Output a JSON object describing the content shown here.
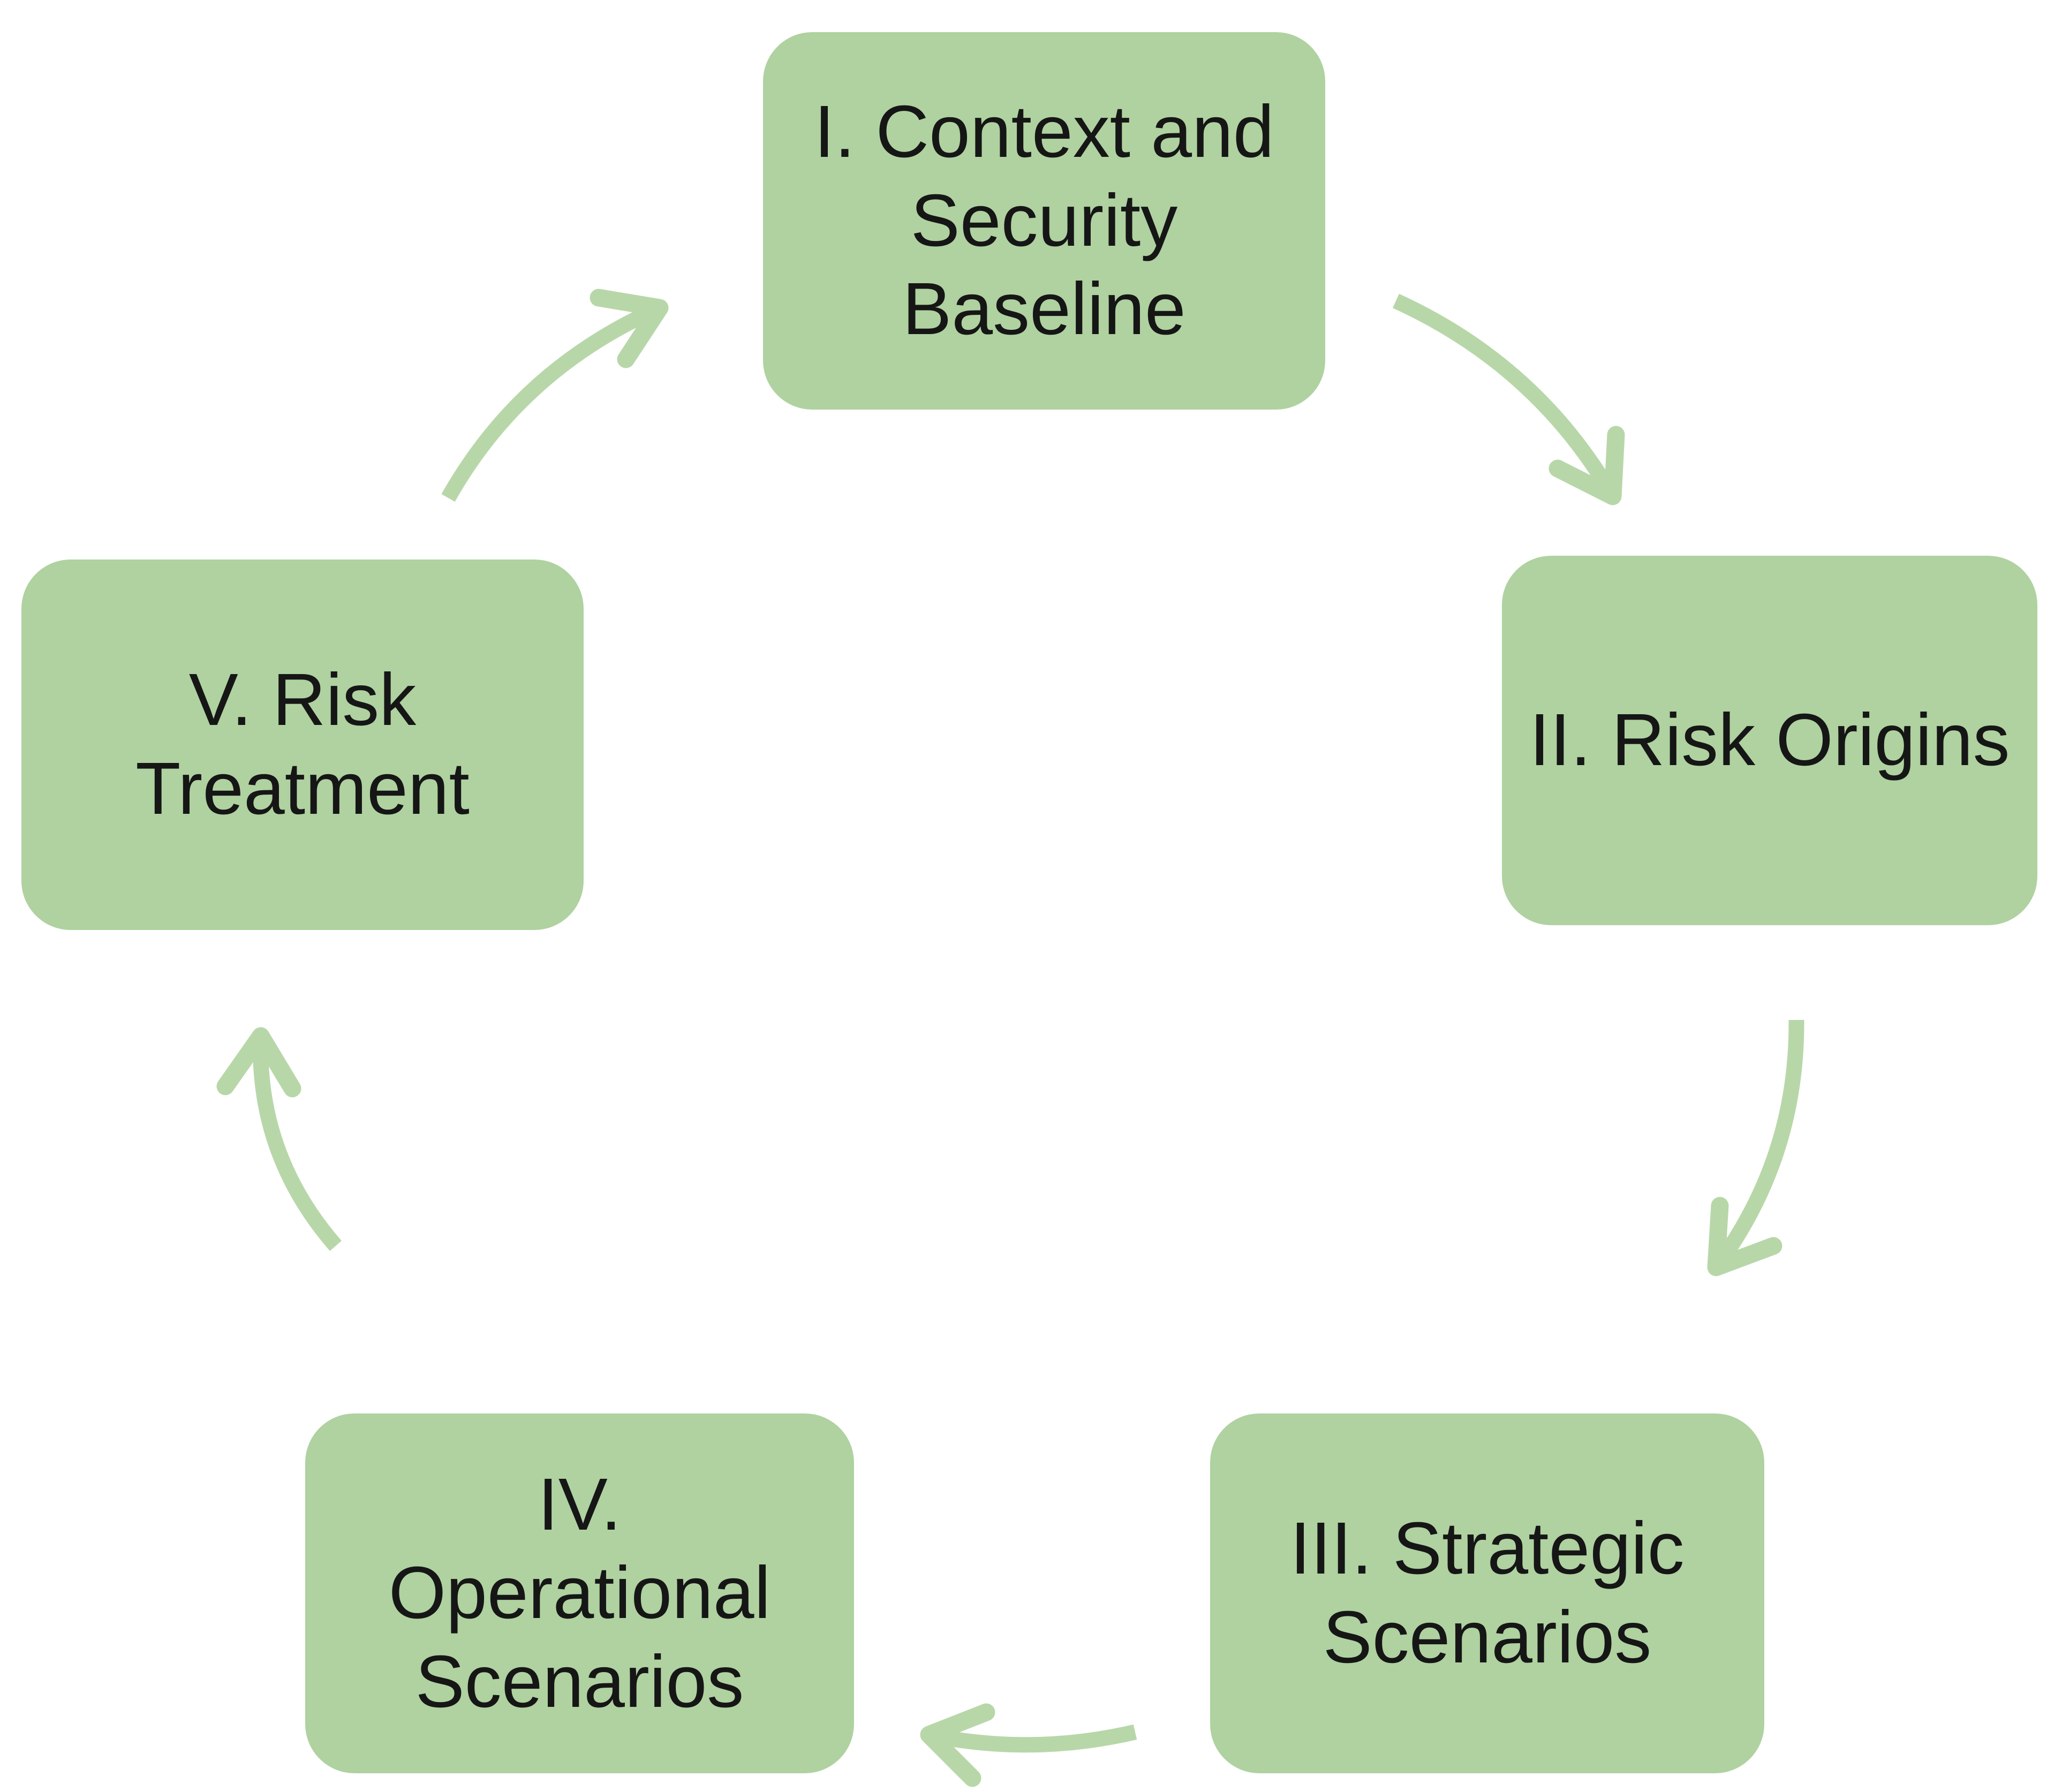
{
  "diagram": {
    "type": "cycle",
    "background_color": "#ffffff",
    "node_fill_color": "#afd2a0",
    "arrow_color": "#b8d7a9",
    "text_color": "#161616",
    "nodes": [
      {
        "id": "I",
        "label": "I. Context and\nSecurity\nBaseline"
      },
      {
        "id": "II",
        "label": "II. Risk Origins"
      },
      {
        "id": "III",
        "label": "III. Strategic\nScenarios"
      },
      {
        "id": "IV",
        "label": "IV.\nOperational\nScenarios"
      },
      {
        "id": "V",
        "label": "V. Risk\nTreatment"
      }
    ],
    "edges": [
      {
        "from": "I",
        "to": "II"
      },
      {
        "from": "II",
        "to": "III"
      },
      {
        "from": "III",
        "to": "IV"
      },
      {
        "from": "IV",
        "to": "V"
      },
      {
        "from": "V",
        "to": "I"
      }
    ]
  }
}
